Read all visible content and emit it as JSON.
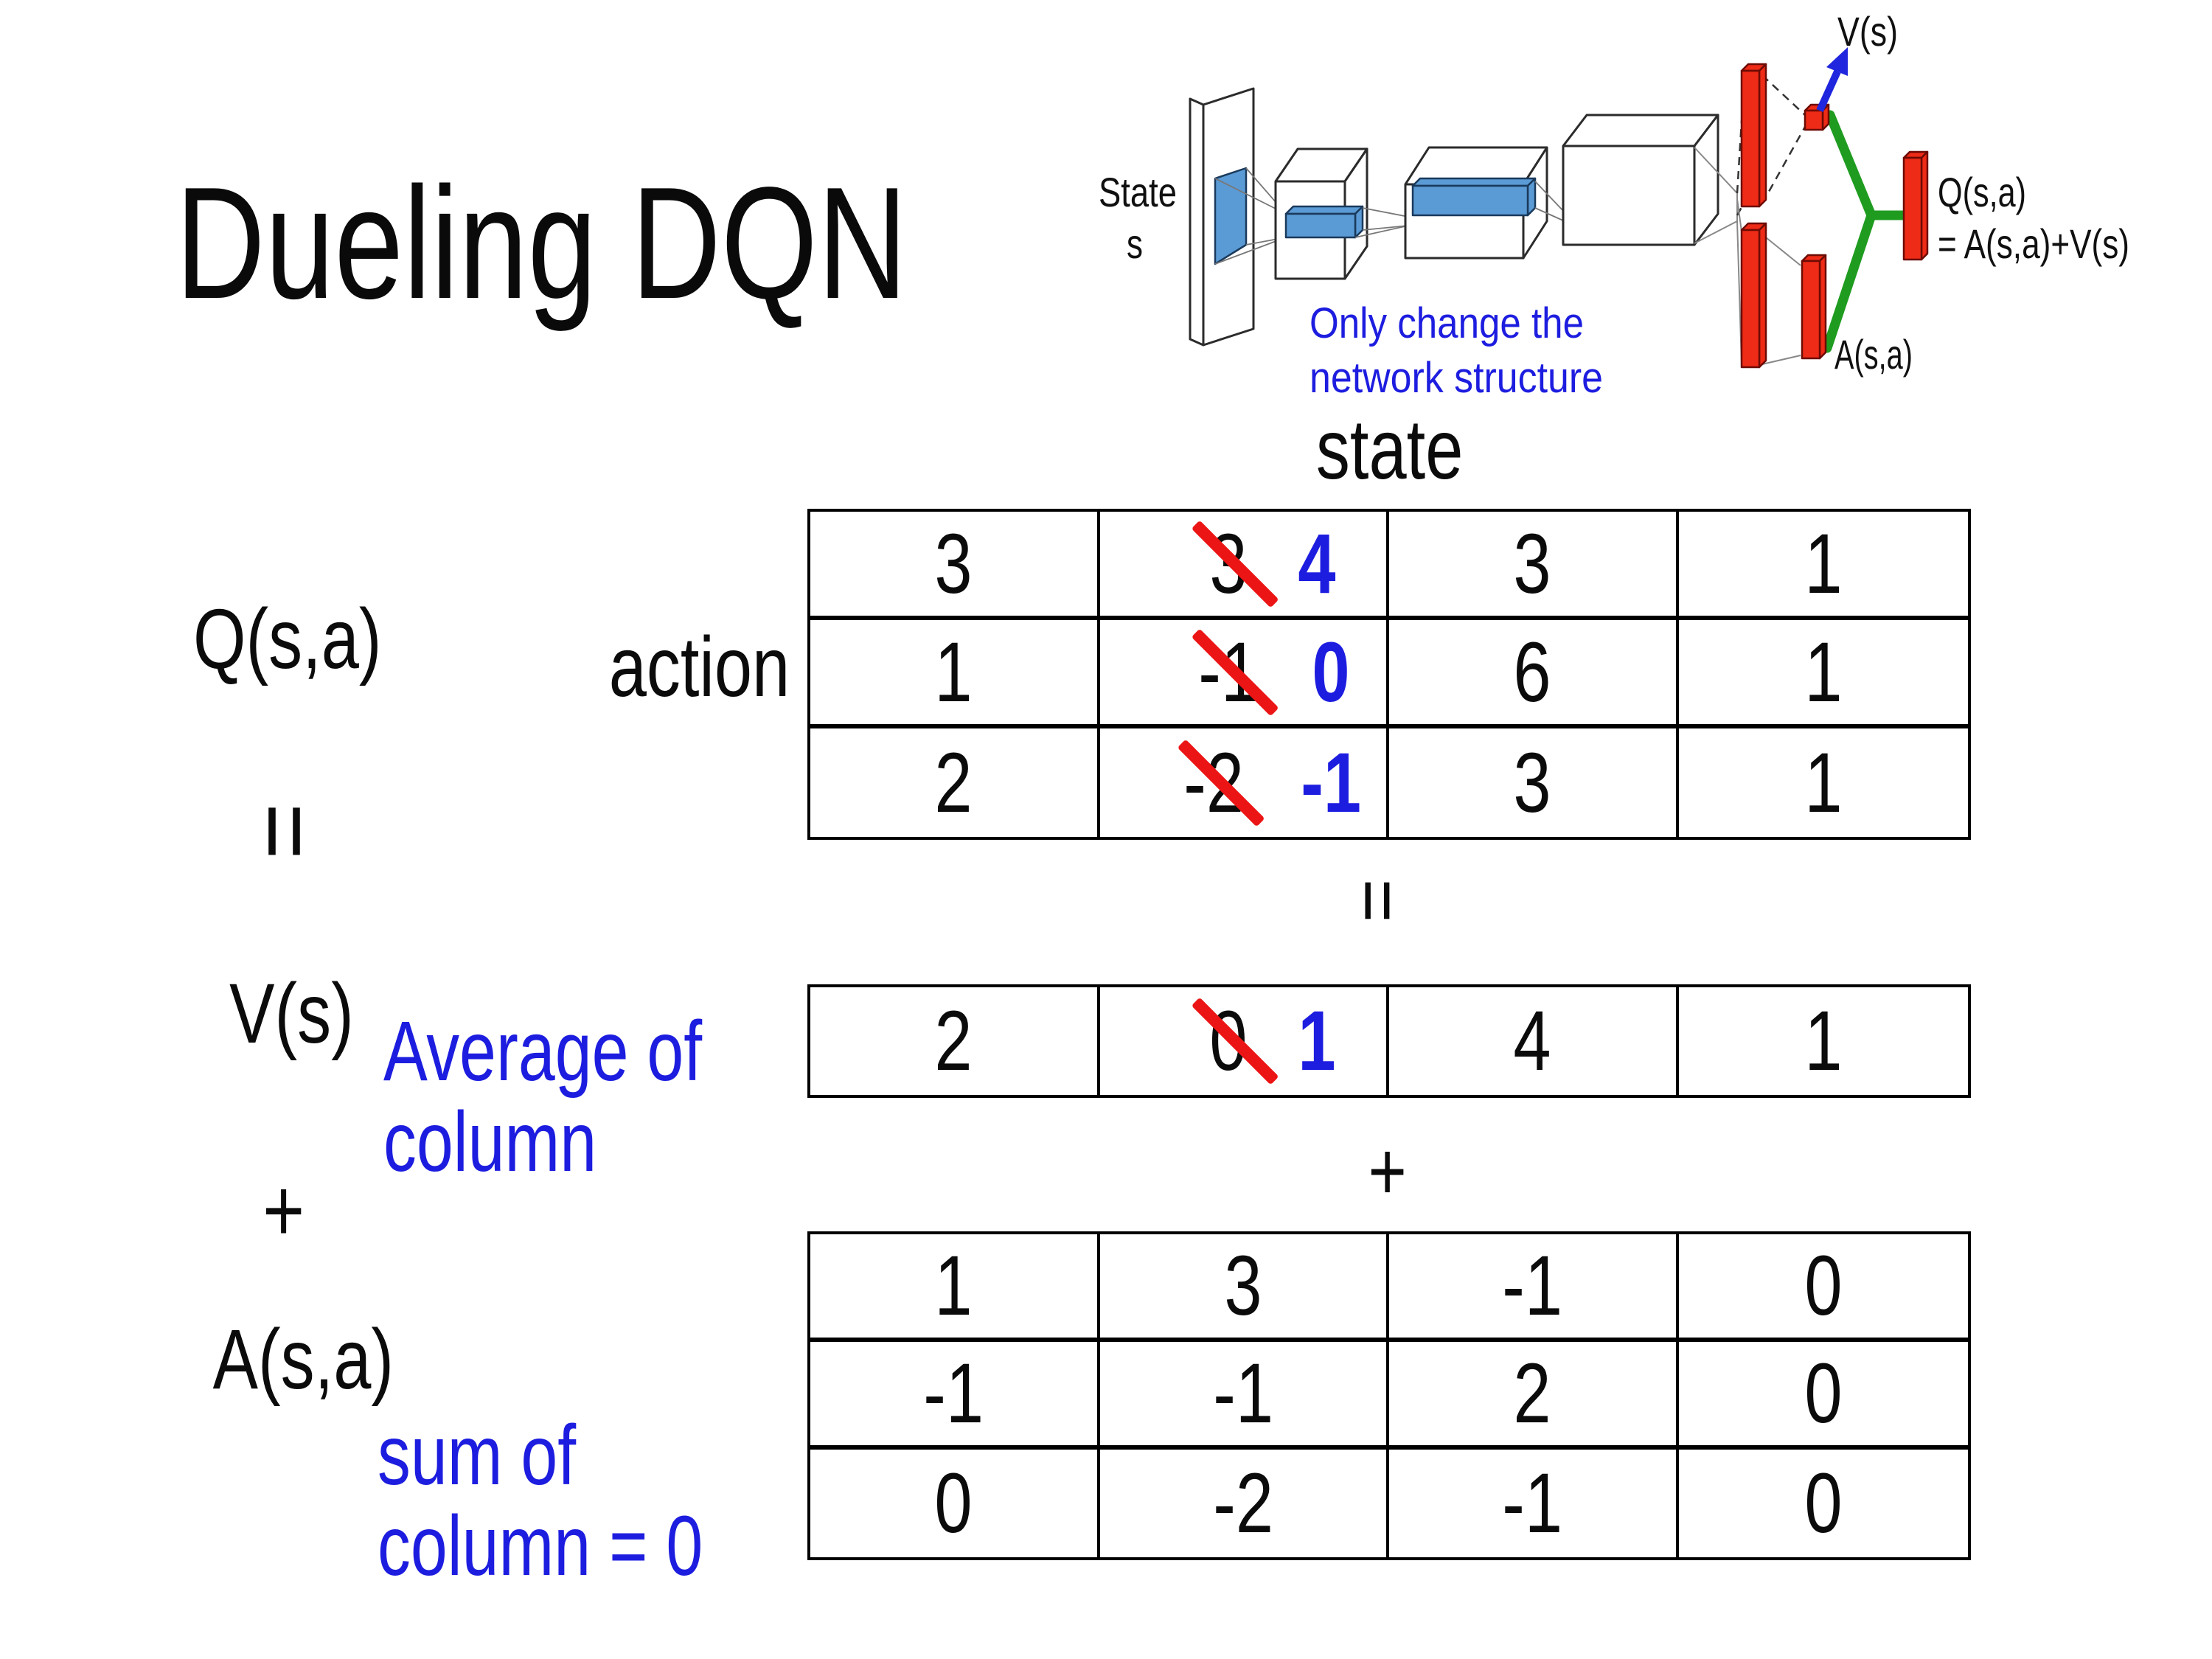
{
  "slide": {
    "title": "Dueling DQN"
  },
  "colors": {
    "note_blue": "#1d1de0",
    "strike_red": "#ec1515",
    "bar_red": "#ee2b16",
    "merge_green": "#1f9c20",
    "conv_blue": "#5b9bd5",
    "arrow_blue": "#2026dd"
  },
  "diagram": {
    "state_label": "State",
    "state_sub": "s",
    "note_line1": "Only change the",
    "note_line2": "network structure",
    "v_label": "V(s)",
    "a_label": "A(s,a)",
    "q_label": "Q(s,a)",
    "q_formula": "= A(s,a)+V(s)"
  },
  "equation": {
    "q_label": "Q(s,a)",
    "equals": "=",
    "plus": "+",
    "v_label": "V(s)",
    "a_label": "A(s,a)",
    "state_header": "state",
    "action_header": "action",
    "avg_line1": "Average of",
    "avg_line2": "column",
    "sum_line1": "sum of",
    "sum_line2": "column = 0"
  },
  "q_table": {
    "rows": [
      [
        "3",
        {
          "old": "3",
          "new": "4"
        },
        "3",
        "1"
      ],
      [
        "1",
        {
          "old": "-1",
          "new": "0"
        },
        "6",
        "1"
      ],
      [
        "2",
        {
          "old": "-2",
          "new": "-1"
        },
        "3",
        "1"
      ]
    ]
  },
  "v_table": {
    "rows": [
      [
        "2",
        {
          "old": "0",
          "new": "1"
        },
        "4",
        "1"
      ]
    ]
  },
  "a_table": {
    "rows": [
      [
        "1",
        "3",
        "-1",
        "0"
      ],
      [
        "-1",
        "-1",
        "2",
        "0"
      ],
      [
        "0",
        "-2",
        "-1",
        "0"
      ]
    ]
  }
}
